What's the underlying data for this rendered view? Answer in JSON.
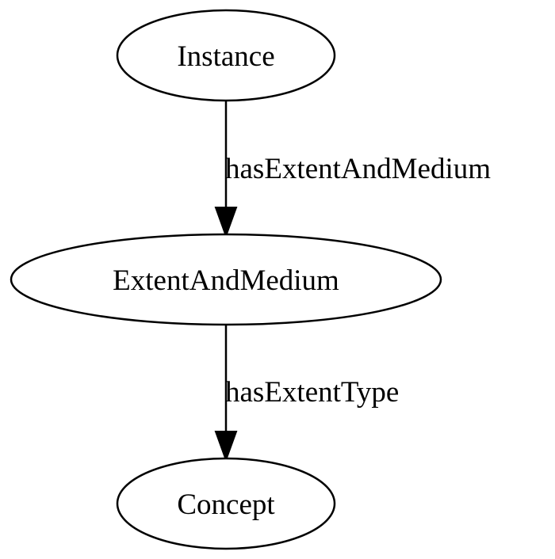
{
  "nodes": {
    "instance": {
      "label": "Instance"
    },
    "extent_and_medium": {
      "label": "ExtentAndMedium"
    },
    "concept": {
      "label": "Concept"
    }
  },
  "edges": {
    "has_extent_and_medium": {
      "label": "hasExtentAndMedium"
    },
    "has_extent_type": {
      "label": "hasExtentType"
    }
  }
}
